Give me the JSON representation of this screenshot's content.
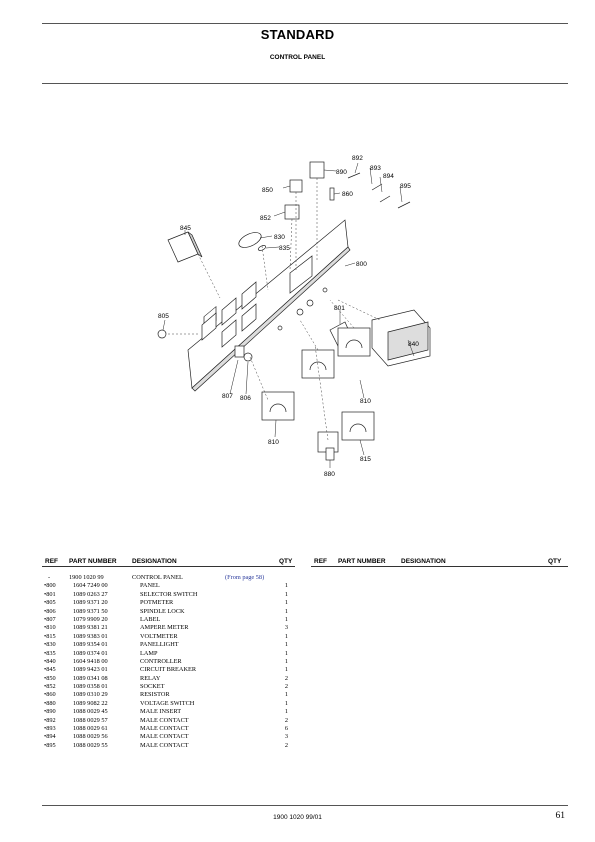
{
  "header": {
    "title": "STANDARD",
    "subtitle": "CONTROL PANEL"
  },
  "diagram": {
    "callouts": [
      "892",
      "890",
      "893",
      "894",
      "850",
      "860",
      "895",
      "852",
      "845",
      "830",
      "835",
      "800",
      "801",
      "805",
      "840",
      "807",
      "806",
      "810",
      "810",
      "815",
      "880"
    ]
  },
  "table": {
    "headers": {
      "ref": "REF",
      "part_number": "PART NUMBER",
      "designation": "DESIGNATION",
      "qty": "QTY"
    },
    "rows": [
      {
        "ref": "-",
        "part_number": "1900 1020 99",
        "designation": "CONTROL PANEL",
        "note": "(From page 58)",
        "qty": ""
      },
      {
        "ref": "•800",
        "part_number": "1604 7249 00",
        "designation": "PANEL",
        "note": "",
        "qty": "1"
      },
      {
        "ref": "•801",
        "part_number": "1089 0263 27",
        "designation": "SELECTOR SWITCH",
        "note": "",
        "qty": "1"
      },
      {
        "ref": "•805",
        "part_number": "1089 9371 20",
        "designation": "POTMETER",
        "note": "",
        "qty": "1"
      },
      {
        "ref": "•806",
        "part_number": "1089 9371 50",
        "designation": "SPINDLE LOCK",
        "note": "",
        "qty": "1"
      },
      {
        "ref": "•807",
        "part_number": "1079 9909 20",
        "designation": "LABEL",
        "note": "",
        "qty": "1"
      },
      {
        "ref": "•810",
        "part_number": "1089 9381 21",
        "designation": "AMPERE METER",
        "note": "",
        "qty": "3"
      },
      {
        "ref": "•815",
        "part_number": "1089 9383 01",
        "designation": "VOLTMETER",
        "note": "",
        "qty": "1"
      },
      {
        "ref": "•830",
        "part_number": "1089 9354 01",
        "designation": "PANELLIGHT",
        "note": "",
        "qty": "1"
      },
      {
        "ref": "•835",
        "part_number": "1089 0374 01",
        "designation": "LAMP",
        "note": "",
        "qty": "1"
      },
      {
        "ref": "•840",
        "part_number": "1604 9418 00",
        "designation": "CONTROLLER",
        "note": "",
        "qty": "1"
      },
      {
        "ref": "•845",
        "part_number": "1089 9423 01",
        "designation": "CIRCUIT BREAKER",
        "note": "",
        "qty": "1"
      },
      {
        "ref": "•850",
        "part_number": "1089 0341 08",
        "designation": "RELAY",
        "note": "",
        "qty": "2"
      },
      {
        "ref": "•852",
        "part_number": "1089 0358 01",
        "designation": "SOCKET",
        "note": "",
        "qty": "2"
      },
      {
        "ref": "•860",
        "part_number": "1089 0310 29",
        "designation": "RESISTOR",
        "note": "",
        "qty": "1"
      },
      {
        "ref": "•880",
        "part_number": "1089 9082 22",
        "designation": "VOLTAGE SWITCH",
        "note": "",
        "qty": "1"
      },
      {
        "ref": "•890",
        "part_number": "1088 0029 45",
        "designation": "MALE INSERT",
        "note": "",
        "qty": "1"
      },
      {
        "ref": "•892",
        "part_number": "1088 0029 57",
        "designation": "MALE CONTACT",
        "note": "",
        "qty": "2"
      },
      {
        "ref": "•893",
        "part_number": "1088 0029 61",
        "designation": "MALE CONTACT",
        "note": "",
        "qty": "6"
      },
      {
        "ref": "•894",
        "part_number": "1088 0029 56",
        "designation": "MALE CONTACT",
        "note": "",
        "qty": "3"
      },
      {
        "ref": "•895",
        "part_number": "1088 0029 55",
        "designation": "MALE CONTACT",
        "note": "",
        "qty": "2"
      }
    ]
  },
  "footer": {
    "code": "1900 1020 99/01",
    "page": "61"
  }
}
